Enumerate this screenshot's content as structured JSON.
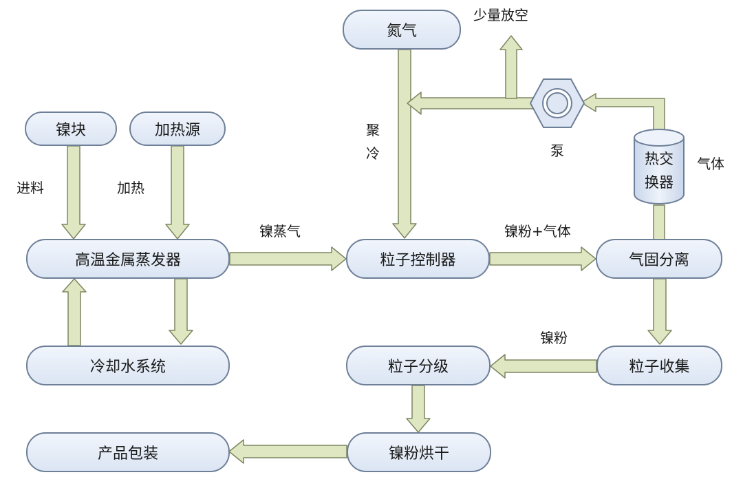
{
  "nodes": {
    "nickel_block": "镍块",
    "heat_source": "加热源",
    "evaporator": "高温金属蒸发器",
    "cooling_water": "冷却水系统",
    "nitrogen": "氮气",
    "particle_controller": "粒子控制器",
    "gas_solid_separation": "气固分离",
    "particle_collection": "粒子收集",
    "particle_grading": "粒子分级",
    "drying": "镍粉烘干",
    "packaging": "产品包装",
    "heat_exchanger_line1": "热交",
    "heat_exchanger_line2": "换器"
  },
  "labels": {
    "feed": "进料",
    "heating": "加热",
    "nickel_vapor": "镍蒸气",
    "condense_1": "聚",
    "condense_2": "冷",
    "powder_gas": "镍粉+气体",
    "vent": "少量放空",
    "pump": "泵",
    "gas": "气体",
    "nickel_powder": "镍粉"
  },
  "colors": {
    "arrow_fill": "#dfe6c2",
    "arrow_stroke": "#7d8561",
    "node_stroke": "#6e7f98"
  },
  "icons": [
    "pump-icon",
    "heat-exchanger-icon"
  ]
}
